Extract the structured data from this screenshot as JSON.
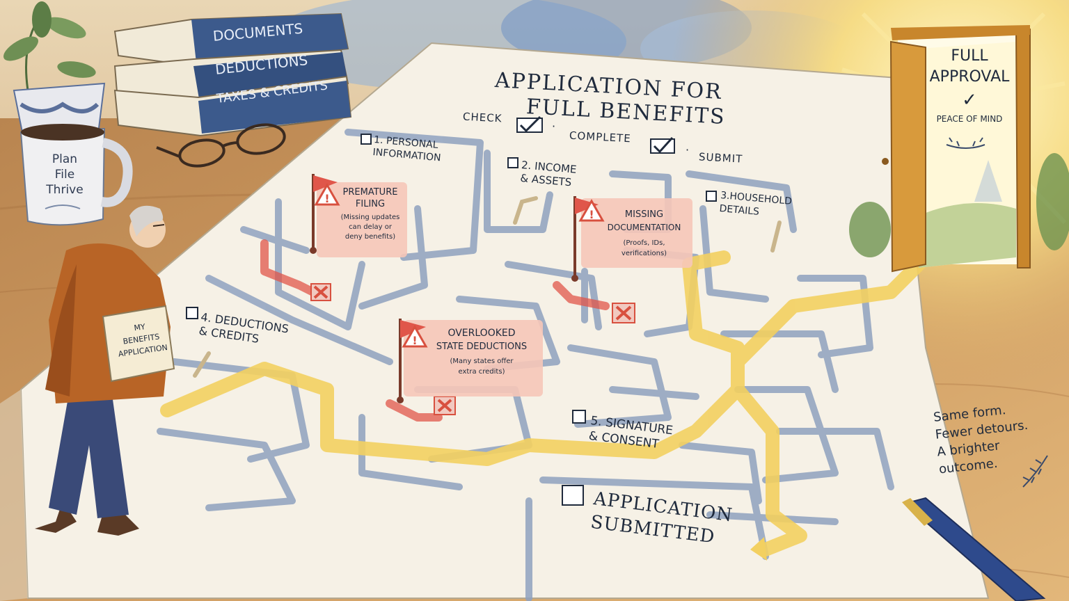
{
  "form": {
    "title_line1": "APPLICATION FOR",
    "title_line2": "FULL BENEFITS",
    "subtitle_check": "CHECK",
    "subtitle_complete": "COMPLETE",
    "subtitle_submit": "SUBMIT"
  },
  "steps": [
    {
      "number": "1.",
      "line1": "PERSONAL",
      "line2": "INFORMATION"
    },
    {
      "number": "2.",
      "line1": "INCOME",
      "line2": "& ASSETS"
    },
    {
      "number": "3.",
      "line1": "HOUSEHOLD",
      "line2": "DETAILS"
    },
    {
      "number": "4.",
      "line1": "DEDUCTIONS",
      "line2": "& CREDITS"
    },
    {
      "number": "5.",
      "line1": "SIGNATURE",
      "line2": "& CONSENT"
    }
  ],
  "final_step": {
    "line1": "APPLICATION",
    "line2": "SUBMITTED"
  },
  "warnings": [
    {
      "title1": "PREMATURE",
      "title2": "FILING",
      "note1": "(Missing updates",
      "note2": "can delay or",
      "note3": "deny benefits)"
    },
    {
      "title1": "MISSING",
      "title2": "DOCUMENTATION",
      "note1": "(Proofs, IDs,",
      "note2": "verifications)",
      "note3": ""
    },
    {
      "title1": "OVERLOOKED",
      "title2": "STATE DEDUCTIONS",
      "note1": "(Many states offer",
      "note2": "extra credits)",
      "note3": ""
    }
  ],
  "books": [
    "DOCUMENTS",
    "DEDUCTIONS",
    "TAXES & CREDITS"
  ],
  "mug": [
    "Plan",
    "File",
    "Thrive"
  ],
  "sign": [
    "MY",
    "BENEFITS",
    "APPLICATION"
  ],
  "door": {
    "line1": "FULL",
    "line2": "APPROVAL",
    "sub": "PEACE OF MIND"
  },
  "note": [
    "Same form.",
    "Fewer detours.",
    "A brighter",
    "outcome."
  ],
  "colors": {
    "path_yellow": "#f3d060",
    "warning_red": "#e0564a",
    "maze_blue": "#8fa2bf",
    "book_blue": "#3c5a8c",
    "paper": "#f6f1e6"
  },
  "icons": [
    "red-flag-icon",
    "warning-triangle-icon",
    "x-mark-icon",
    "checkmark-icon",
    "laurel-icon",
    "arrow-icon"
  ]
}
